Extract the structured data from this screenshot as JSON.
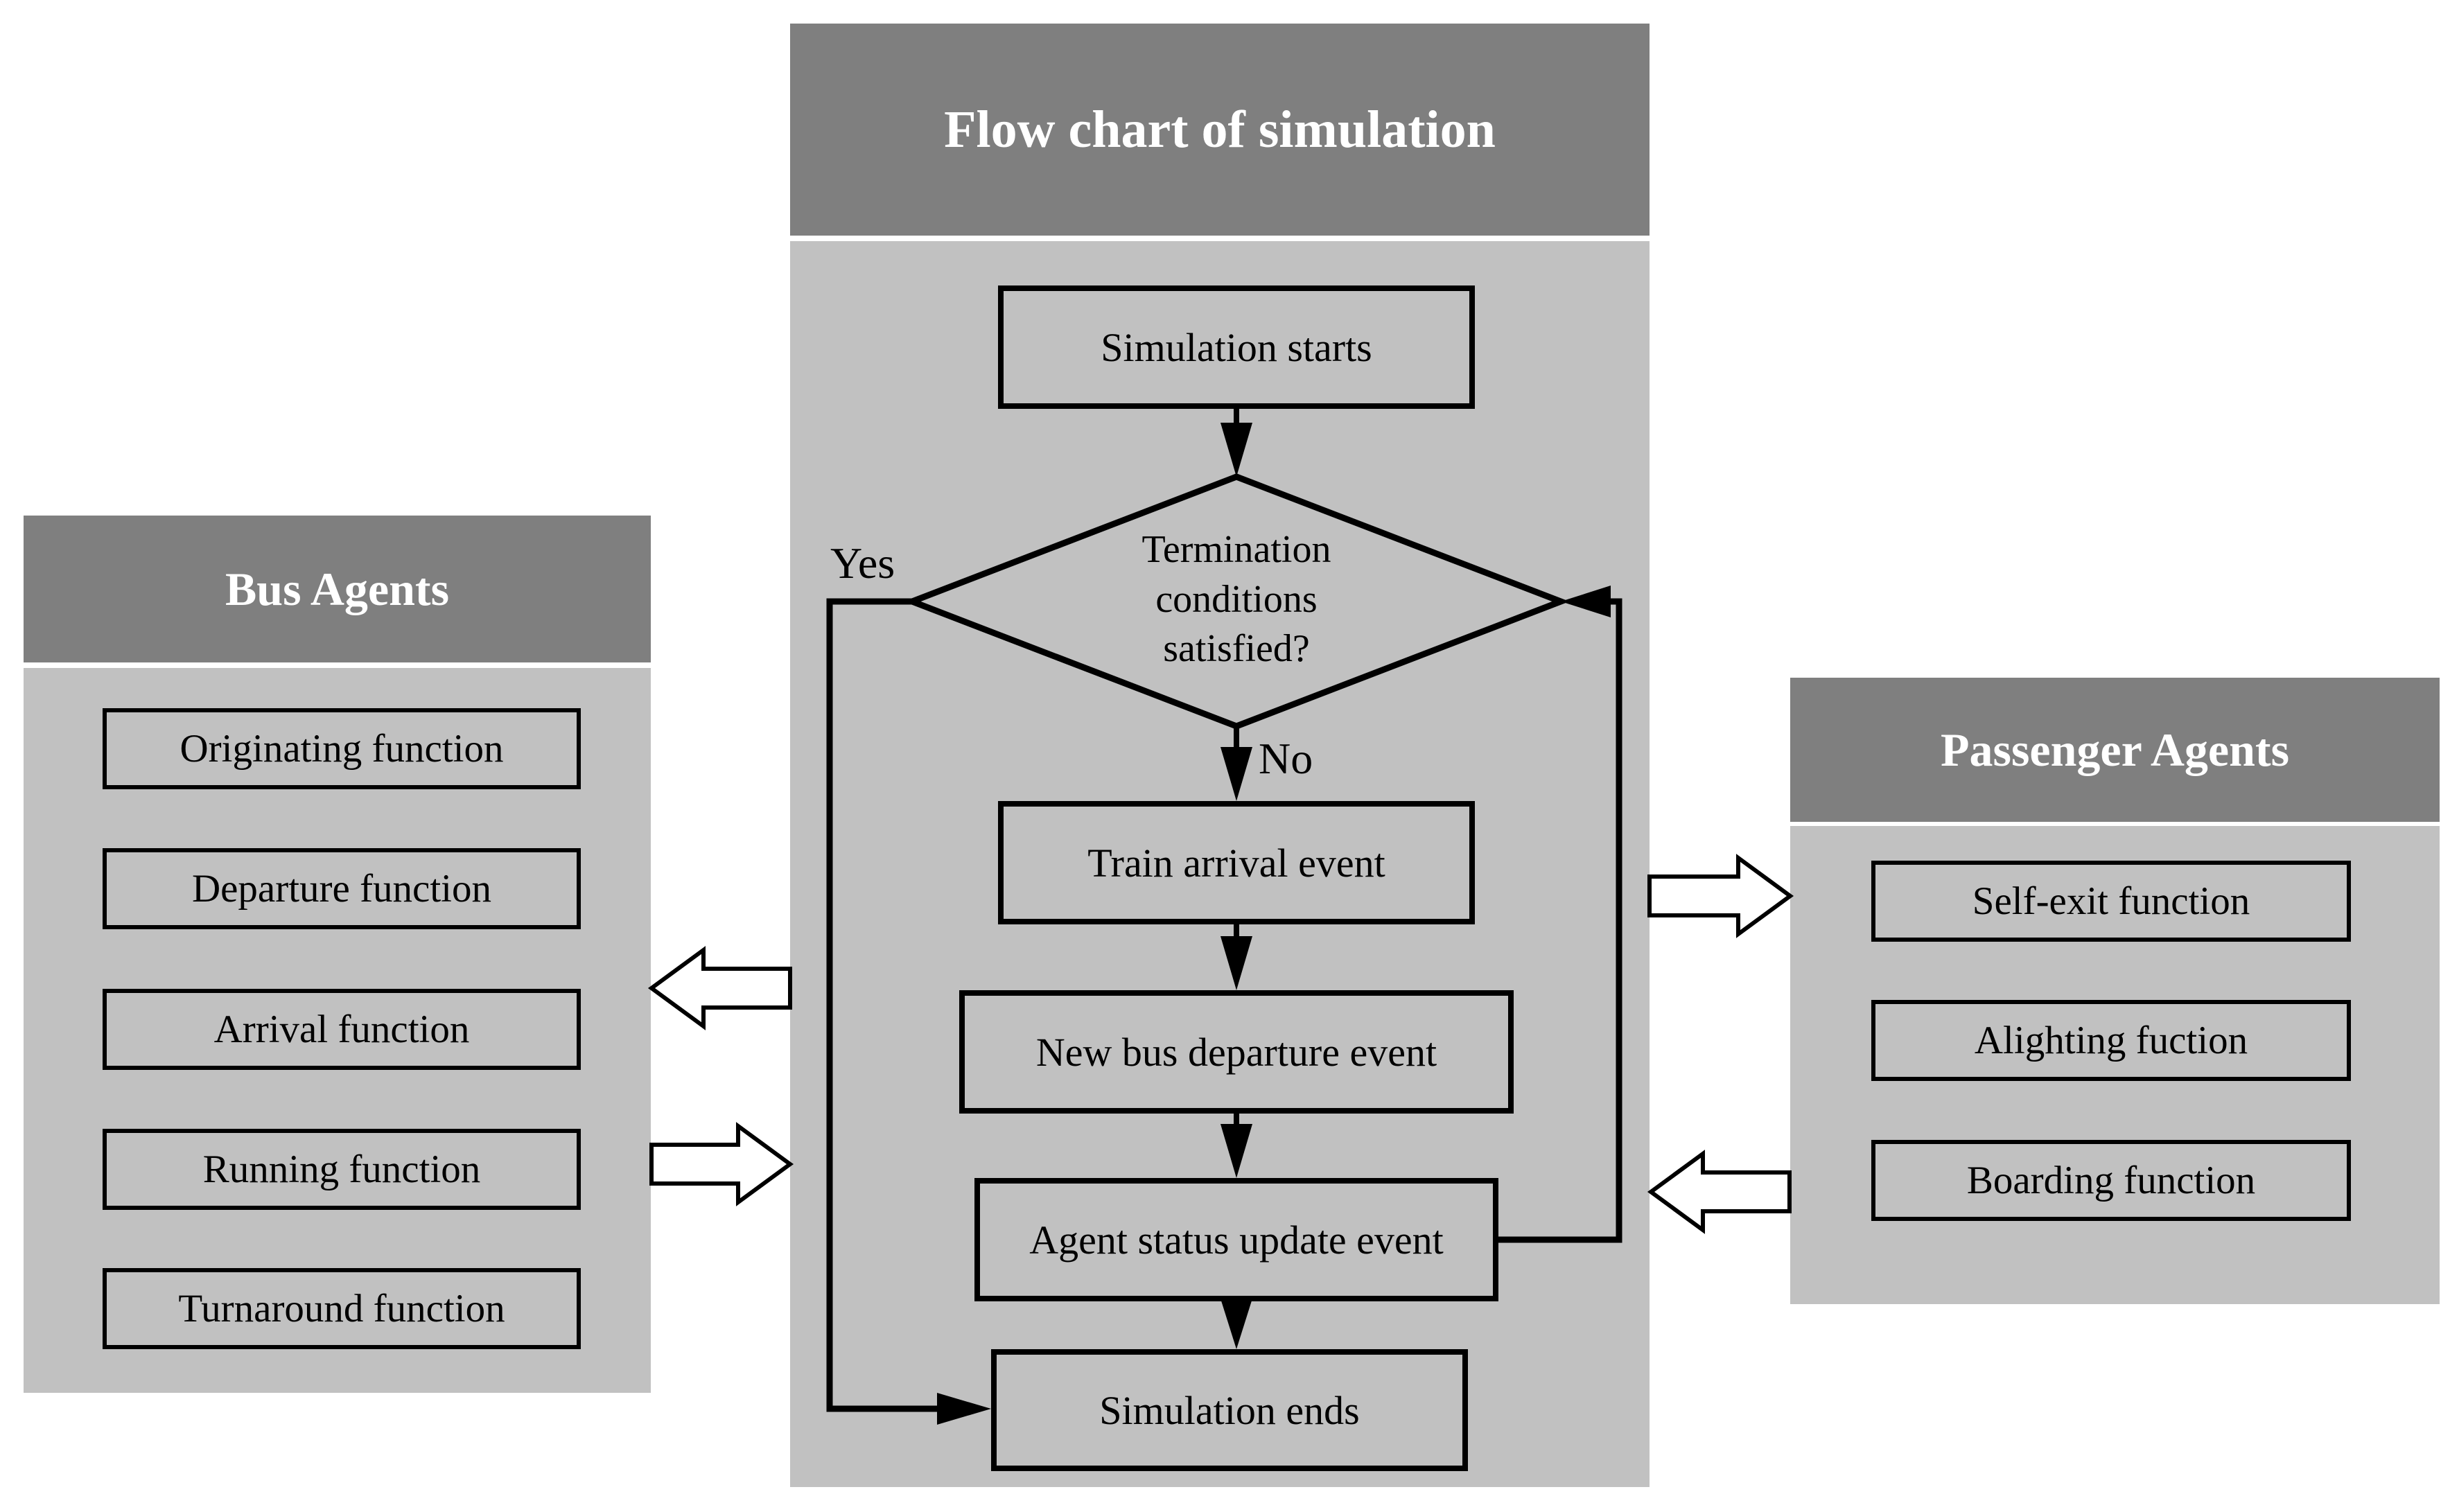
{
  "flow_panel": {
    "title": "Flow chart of simulation",
    "start": "Simulation starts",
    "decision": "Termination conditions satisfied?",
    "train_arrival": "Train arrival event",
    "new_bus_departure": "New bus departure event",
    "agent_status_update": "Agent status update event",
    "end": "Simulation ends"
  },
  "edge_labels": {
    "yes": "Yes",
    "no": "No"
  },
  "bus_panel": {
    "title": "Bus Agents",
    "items": [
      "Originating function",
      "Departure function",
      "Arrival function",
      "Running function",
      "Turnaround function"
    ]
  },
  "passenger_panel": {
    "title": "Passenger Agents",
    "items": [
      "Self-exit function",
      "Alighting fuction",
      "Boarding function"
    ]
  },
  "colors": {
    "header_bg": "#7f7f7f",
    "header_text": "#ffffff",
    "panel_bg": "#c1c1c1",
    "line": "#000000",
    "hollow_arrow_fill": "#ffffff"
  }
}
